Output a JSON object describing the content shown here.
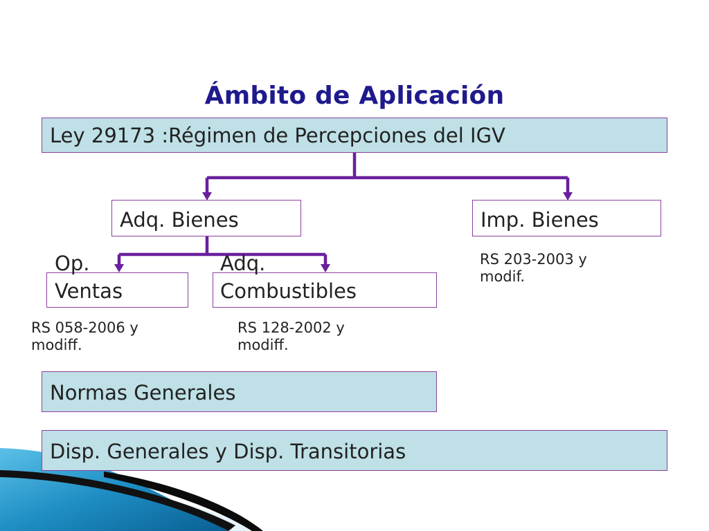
{
  "slide": {
    "title": "Ámbito de Aplicación"
  },
  "nodes": {
    "ley": "Ley 29173 :Régimen de Percepciones del IGV",
    "adq_bienes": "Adq. Bienes",
    "imp_bienes": "Imp. Bienes",
    "op_ventas": [
      "Op.",
      "Ventas"
    ],
    "adq_combustibles": [
      "Adq.",
      "Combustibles"
    ],
    "normas_generales": "Normas Generales",
    "disp_generales": "Disp. Generales y Disp. Transitorias"
  },
  "references": {
    "op_ventas": [
      "RS 058-2006 y",
      "modiff."
    ],
    "adq_combustibles": [
      "RS 128-2002 y",
      "modiff."
    ],
    "imp_bienes": [
      "RS 203-2003 y",
      "modif."
    ]
  },
  "colors": {
    "title": "#1f1a8c",
    "box_fill": "#bee0e6",
    "box_border": "#8a3f9e",
    "connector": "#6a1f9c",
    "decor_blue": "#1e8ec4",
    "decor_dark": "#111111"
  }
}
